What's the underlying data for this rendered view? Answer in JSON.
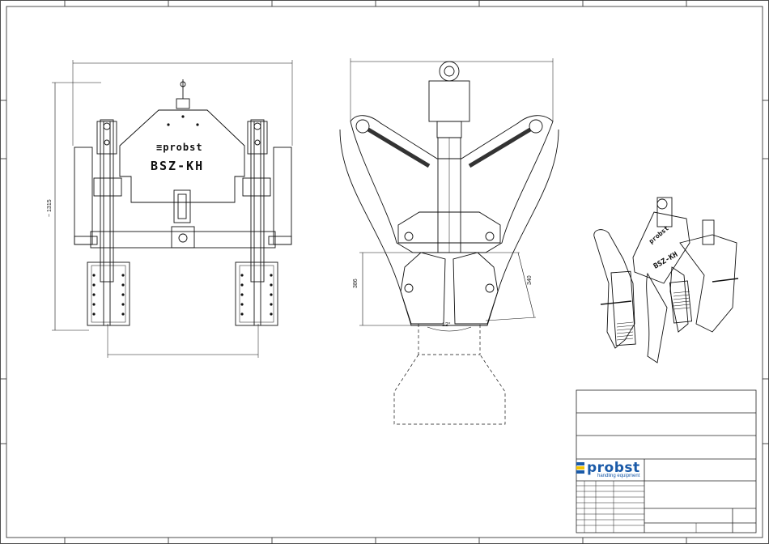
{
  "drawing": {
    "front_view": {
      "brand_text": "≡probst",
      "model_text": "BSZ-KH",
      "dim_height": "~ 1315"
    },
    "side_view": {
      "dim_left": "386",
      "dim_right": "340",
      "dim_angle": "12°"
    },
    "iso_view": {
      "brand_text": "probst",
      "model_text": "BSZ-KH"
    }
  },
  "title_block": {
    "logo_text": "probst",
    "logo_subtext": "handling equipment",
    "colors": {
      "logo_blue": "#1a5aa8",
      "logo_yellow": "#f2c200"
    }
  }
}
